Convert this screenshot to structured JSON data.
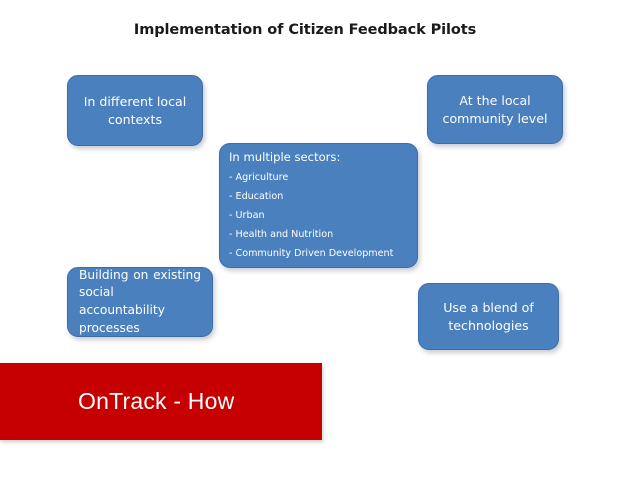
{
  "slide": {
    "title": "Implementation of Citizen Feedback Pilots",
    "background_color": "#ffffff"
  },
  "theme": {
    "node_fill": "#4a80bd",
    "node_border": "#3d6ca5",
    "node_text_color": "#ffffff",
    "banner_color": "#c60000",
    "title_color": "#1a1a1a"
  },
  "nodes": {
    "contexts": {
      "text": "In different local contexts"
    },
    "community": {
      "text": "At the local community level"
    },
    "building": {
      "text": "Building on existing social accountability processes"
    },
    "technology": {
      "text": "Use a blend of technologies"
    }
  },
  "sectors": {
    "heading": "In multiple sectors:",
    "items": [
      "- Agriculture",
      "- Education",
      "- Urban",
      "- Health and Nutrition",
      "- Community Driven Development"
    ]
  },
  "banner": {
    "label": "OnTrack - How"
  }
}
